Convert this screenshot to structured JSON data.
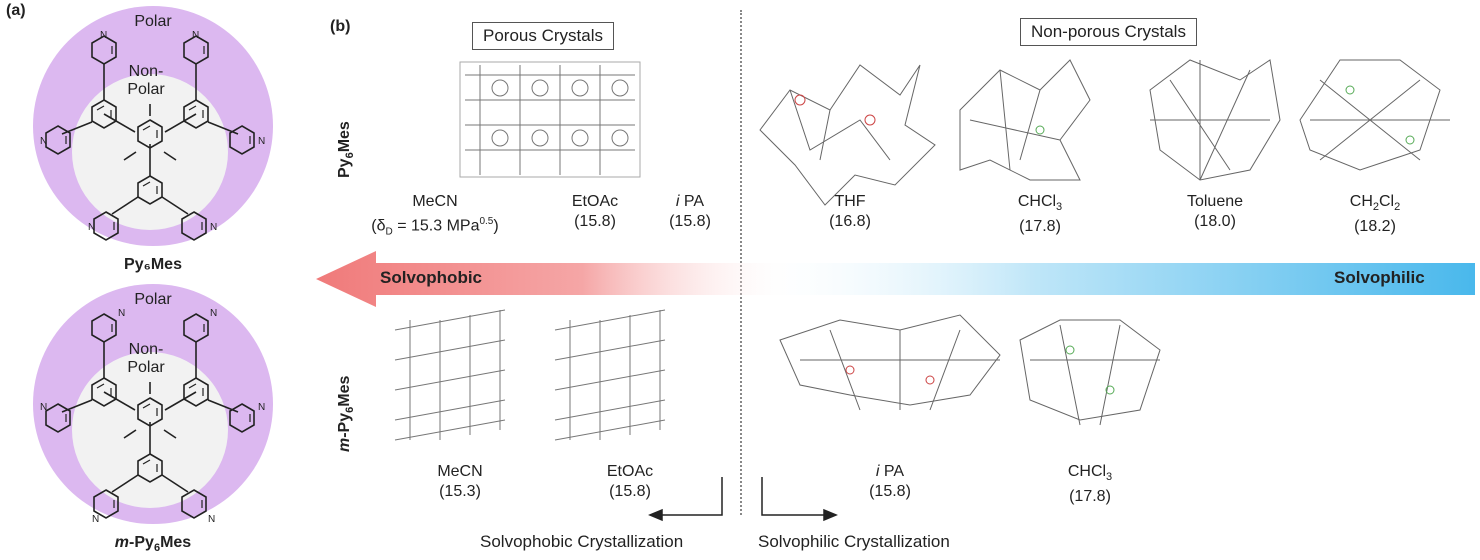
{
  "panel_a": {
    "label": "(a)",
    "molecules": [
      {
        "name": "Py₆Mes",
        "polar": "Polar",
        "nonpolar_1": "Non-",
        "nonpolar_2": "Polar"
      },
      {
        "name": "m-Py₆Mes",
        "polar": "Polar",
        "nonpolar_1": "Non-",
        "nonpolar_2": "Polar"
      }
    ],
    "ring_atom": "N"
  },
  "panel_b": {
    "label": "(b)",
    "porous_title": "Porous Crystals",
    "nonporous_title": "Non-porous Crystals",
    "row_top_label": "Py₆Mes",
    "row_bottom_label": "m-Py₆Mes",
    "top_solvents": [
      {
        "name": "MeCN",
        "value": "(δD = 15.3 MPa0.5)"
      },
      {
        "name": "EtOAc",
        "value": "(15.8)"
      },
      {
        "name": "i PA",
        "value": "(15.8)"
      },
      {
        "name": "THF",
        "value": "(16.8)"
      },
      {
        "name": "CHCl₃",
        "value": "(17.8)"
      },
      {
        "name": "Toluene",
        "value": "(18.0)"
      },
      {
        "name": "CH₂Cl₂",
        "value": "(18.2)"
      }
    ],
    "bottom_solvents": [
      {
        "name": "MeCN",
        "value": "(15.3)"
      },
      {
        "name": "EtOAc",
        "value": "(15.8)"
      },
      {
        "name": "i PA",
        "value": "(15.8)"
      },
      {
        "name": "CHCl₃",
        "value": "(17.8)"
      }
    ],
    "solvophobic": "Solvophobic",
    "solvophilic": "Solvophilic",
    "solvophobic_cryst": "Solvophobic Crystallization",
    "solvophilic_cryst": "Solvophilic Crystallization"
  },
  "colors": {
    "polar_ring": "#dcb8f0",
    "red_arrow": "#f07a7a",
    "blue_arrow": "#49b8ec"
  }
}
